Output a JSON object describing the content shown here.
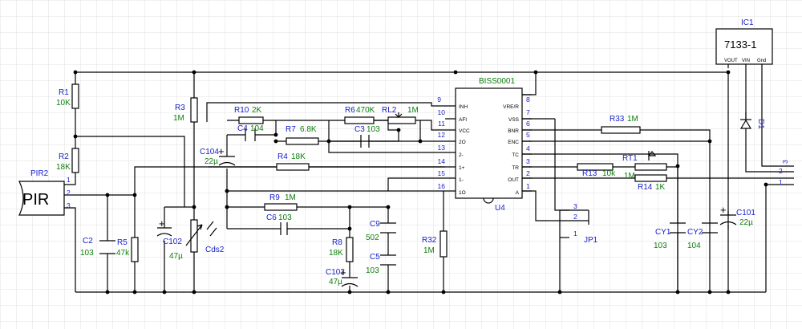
{
  "ic1": {
    "ref": "IC1",
    "part": "7133-1",
    "pin_vout": "VOUT",
    "pin_vin": "VIN",
    "pin_gnd": "Gnd"
  },
  "u4": {
    "title": "BISS0001",
    "ref": "U4",
    "left_pins": [
      {
        "num": "9",
        "name": "INH"
      },
      {
        "num": "10",
        "name": "AFI"
      },
      {
        "num": "11",
        "name": "VCC"
      },
      {
        "num": "12",
        "name": "2O"
      },
      {
        "num": "13",
        "name": "2-"
      },
      {
        "num": "14",
        "name": "1+"
      },
      {
        "num": "15",
        "name": "1-"
      },
      {
        "num": "16",
        "name": "1O"
      }
    ],
    "right_pins": [
      {
        "num": "8",
        "name": "VRE/R"
      },
      {
        "num": "7",
        "name": "VSS"
      },
      {
        "num": "6",
        "name": "BNR"
      },
      {
        "num": "5",
        "name": "ENC"
      },
      {
        "num": "4",
        "name": "TC"
      },
      {
        "num": "3",
        "name": "TR"
      },
      {
        "num": "2",
        "name": "OUT"
      },
      {
        "num": "1",
        "name": "A"
      }
    ]
  },
  "pir": {
    "ref": "PIR2",
    "label": "PIR",
    "pins": [
      "1",
      "2",
      "3"
    ]
  },
  "resistors": {
    "r1": {
      "ref": "R1",
      "value": "10K"
    },
    "r2": {
      "ref": "R2",
      "value": "18K"
    },
    "r3": {
      "ref": "R3",
      "value": "1M"
    },
    "r4": {
      "ref": "R4",
      "value": "18K"
    },
    "r5": {
      "ref": "R5",
      "value": "47k"
    },
    "r6": {
      "ref": "R6",
      "value": "470K"
    },
    "r7": {
      "ref": "R7",
      "value": "6.8K"
    },
    "r8": {
      "ref": "R8",
      "value": "18K"
    },
    "r9": {
      "ref": "R9",
      "value": "1M"
    },
    "r10": {
      "ref": "R10",
      "value": "2K"
    },
    "r13": {
      "ref": "R13",
      "value": "10k"
    },
    "r14": {
      "ref": "R14",
      "value": "1K"
    },
    "r32": {
      "ref": "R32",
      "value": "1M"
    },
    "r33": {
      "ref": "R33",
      "value": "1M"
    },
    "rl2": {
      "ref": "RL2",
      "value": "1M"
    },
    "rt1": {
      "ref": "RT1",
      "value": "1M"
    }
  },
  "capacitors": {
    "c2": {
      "ref": "C2",
      "value": "103"
    },
    "c3": {
      "ref": "C3",
      "value": "103"
    },
    "c4": {
      "ref": "C4",
      "value": "104"
    },
    "c5": {
      "ref": "C5",
      "value": "103"
    },
    "c6": {
      "ref": "C6",
      "value": "103"
    },
    "c9": {
      "ref": "C9",
      "value": "502"
    },
    "c101": {
      "ref": "C101",
      "value": "22µ"
    },
    "c102": {
      "ref": "C102",
      "value": "47µ"
    },
    "c103": {
      "ref": "C103",
      "value": "47µ"
    },
    "c104": {
      "ref": "C104",
      "value": "22µ"
    },
    "cy1": {
      "ref": "CY1",
      "value": "103"
    },
    "cy2": {
      "ref": "CY2",
      "value": "104"
    }
  },
  "cds": {
    "ref": "Cds2"
  },
  "diode": {
    "ref": "D1"
  },
  "jp1": {
    "ref": "JP1",
    "pins": [
      "3",
      "2",
      "1"
    ]
  },
  "connector": {
    "pins": [
      "3",
      "2",
      "1"
    ]
  }
}
